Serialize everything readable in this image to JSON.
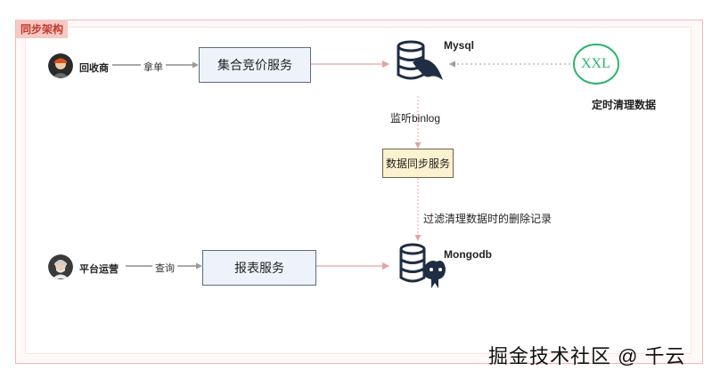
{
  "frame": {
    "label": "同步架构"
  },
  "actors": {
    "recycler": {
      "label": "回收商",
      "action": "拿单"
    },
    "operator": {
      "label": "平台运营",
      "action": "查询"
    }
  },
  "services": {
    "bidding": "集合竞价服务",
    "sync": "数据同步服务",
    "report": "报表服务"
  },
  "stores": {
    "mysql": "Mysql",
    "mongodb": "Mongodb"
  },
  "scheduler": {
    "badge": "XXL",
    "label": "定时清理数据"
  },
  "edges": {
    "listen": "监听binlog",
    "filter": "过滤清理数据时的删除记录"
  },
  "watermark": "掘金技术社区 @ 千云",
  "colors": {
    "frame_border": "#f2b8b4",
    "frame_label": "#c0392b",
    "service_fill": "#eef3fb",
    "sync_fill": "#fdf2cf",
    "arrow": "#e4a3a0",
    "xxl": "#2ab46f"
  }
}
